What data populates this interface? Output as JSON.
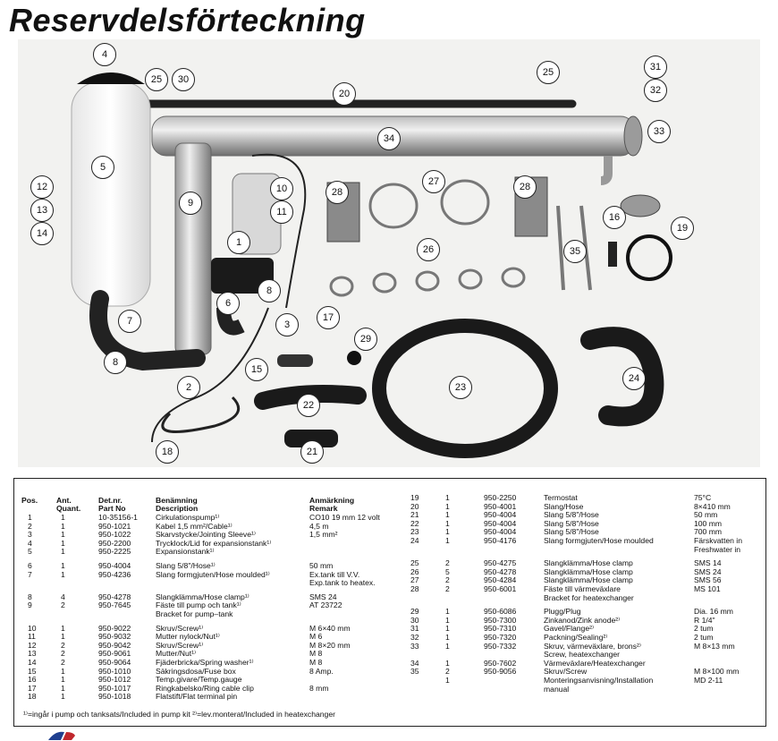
{
  "title": "Reservdelsförteckning",
  "callouts": [
    {
      "num": "4"
    },
    {
      "num": "25"
    },
    {
      "num": "30"
    },
    {
      "num": "20"
    },
    {
      "num": "25"
    },
    {
      "num": "31"
    },
    {
      "num": "32"
    },
    {
      "num": "33"
    },
    {
      "num": "34"
    },
    {
      "num": "5"
    },
    {
      "num": "12"
    },
    {
      "num": "13"
    },
    {
      "num": "14"
    },
    {
      "num": "9"
    },
    {
      "num": "10"
    },
    {
      "num": "11"
    },
    {
      "num": "28"
    },
    {
      "num": "27"
    },
    {
      "num": "28"
    },
    {
      "num": "16"
    },
    {
      "num": "19"
    },
    {
      "num": "1"
    },
    {
      "num": "26"
    },
    {
      "num": "35"
    },
    {
      "num": "8"
    },
    {
      "num": "6"
    },
    {
      "num": "7"
    },
    {
      "num": "3"
    },
    {
      "num": "17"
    },
    {
      "num": "29"
    },
    {
      "num": "8"
    },
    {
      "num": "15"
    },
    {
      "num": "23"
    },
    {
      "num": "24"
    },
    {
      "num": "2"
    },
    {
      "num": "22"
    },
    {
      "num": "18"
    },
    {
      "num": "21"
    }
  ],
  "table": {
    "headers": {
      "pos": "Pos.",
      "ant1": "Ant.",
      "ant2": "Quant.",
      "det1": "Det.nr.",
      "det2": "Part No",
      "ben1": "Benämning",
      "ben2": "Description",
      "anm1": "Anmärkning",
      "anm2": "Remark"
    },
    "left_rows": [
      {
        "pos": "1",
        "qty": "1",
        "part": "10-35156-1",
        "desc": "Cirkulationspump¹⁾",
        "remark": "CO10 19 mm 12 volt"
      },
      {
        "pos": "2",
        "qty": "1",
        "part": "950-1021",
        "desc": "Kabel 1,5 mm²/Cable¹⁾",
        "remark": "4,5 m"
      },
      {
        "pos": "3",
        "qty": "1",
        "part": "950-1022",
        "desc": "Skarvstycke/Jointing Sleeve¹⁾",
        "remark": "1,5 mm²"
      },
      {
        "pos": "4",
        "qty": "1",
        "part": "950-2200",
        "desc": "Trycklock/Lid for expansionstank¹⁾",
        "remark": ""
      },
      {
        "pos": "5",
        "qty": "1",
        "part": "950-2225",
        "desc": "Expansionstank¹⁾",
        "remark": ""
      },
      {
        "pos": "6",
        "qty": "1",
        "part": "950-4004",
        "desc": "Slang 5/8\"/Hose¹⁾",
        "remark": "50 mm"
      },
      {
        "pos": "7",
        "qty": "1",
        "part": "950-4236",
        "desc": "Slang formgjuten/Hose moulded¹⁾",
        "remark": "Ex.tank till V.V."
      },
      {
        "pos": "",
        "qty": "",
        "part": "",
        "desc": "",
        "remark": "Exp.tank to heatex."
      },
      {
        "pos": "8",
        "qty": "4",
        "part": "950-4278",
        "desc": "Slangklämma/Hose clamp¹⁾",
        "remark": "SMS 24"
      },
      {
        "pos": "9",
        "qty": "2",
        "part": "950-7645",
        "desc": "Fäste till pump och tank¹⁾",
        "remark": "AT 23722"
      },
      {
        "pos": "",
        "qty": "",
        "part": "",
        "desc": "Bracket for pump–tank",
        "remark": ""
      },
      {
        "pos": "10",
        "qty": "1",
        "part": "950-9022",
        "desc": "Skruv/Screw¹⁾",
        "remark": "M 6×40 mm"
      },
      {
        "pos": "11",
        "qty": "1",
        "part": "950-9032",
        "desc": "Mutter nylock/Nut¹⁾",
        "remark": "M 6"
      },
      {
        "pos": "12",
        "qty": "2",
        "part": "950-9042",
        "desc": "Skruv/Screw¹⁾",
        "remark": "M 8×20 mm"
      },
      {
        "pos": "13",
        "qty": "2",
        "part": "950-9061",
        "desc": "Mutter/Nut¹⁾",
        "remark": "M 8"
      },
      {
        "pos": "14",
        "qty": "2",
        "part": "950-9064",
        "desc": "Fjäderbricka/Spring washer¹⁾",
        "remark": "M 8"
      },
      {
        "pos": "15",
        "qty": "1",
        "part": "950-1010",
        "desc": "Säkringsdosa/Fuse box",
        "remark": "8 Amp."
      },
      {
        "pos": "16",
        "qty": "1",
        "part": "950-1012",
        "desc": "Temp.givare/Temp.gauge",
        "remark": ""
      },
      {
        "pos": "17",
        "qty": "1",
        "part": "950-1017",
        "desc": "Ringkabelsko/Ring cable clip",
        "remark": "8 mm"
      },
      {
        "pos": "18",
        "qty": "1",
        "part": "950-1018",
        "desc": "Flatstift/Flat terminal pin",
        "remark": ""
      }
    ],
    "right_rows": [
      {
        "pos": "19",
        "qty": "1",
        "part": "950-2250",
        "desc": "Termostat",
        "remark": "75°C"
      },
      {
        "pos": "20",
        "qty": "1",
        "part": "950-4001",
        "desc": "Slang/Hose",
        "remark": "8×410 mm"
      },
      {
        "pos": "21",
        "qty": "1",
        "part": "950-4004",
        "desc": "Slang 5/8\"/Hose",
        "remark": "50 mm"
      },
      {
        "pos": "22",
        "qty": "1",
        "part": "950-4004",
        "desc": "Slang 5/8\"/Hose",
        "remark": "100 mm"
      },
      {
        "pos": "23",
        "qty": "1",
        "part": "950-4004",
        "desc": "Slang 5/8\"/Hose",
        "remark": "700 mm"
      },
      {
        "pos": "24",
        "qty": "1",
        "part": "950-4176",
        "desc": "Slang formgjuten/Hose moulded",
        "remark": "Färskvatten in"
      },
      {
        "pos": "",
        "qty": "",
        "part": "",
        "desc": "",
        "remark": "Freshwater in"
      },
      {
        "pos": "25",
        "qty": "2",
        "part": "950-4275",
        "desc": "Slangklämma/Hose clamp",
        "remark": "SMS 14"
      },
      {
        "pos": "26",
        "qty": "5",
        "part": "950-4278",
        "desc": "Slangklämma/Hose clamp",
        "remark": "SMS 24"
      },
      {
        "pos": "27",
        "qty": "2",
        "part": "950-4284",
        "desc": "Slangklämma/Hose clamp",
        "remark": "SMS 56"
      },
      {
        "pos": "28",
        "qty": "2",
        "part": "950-6001",
        "desc": "Fäste till värmeväxlare",
        "remark": "MS 101"
      },
      {
        "pos": "",
        "qty": "",
        "part": "",
        "desc": "Bracket for heatexchanger",
        "remark": ""
      },
      {
        "pos": "29",
        "qty": "1",
        "part": "950-6086",
        "desc": "Plugg/Plug",
        "remark": "Dia. 16 mm"
      },
      {
        "pos": "30",
        "qty": "1",
        "part": "950-7300",
        "desc": "Zinkanod/Zink anode²⁾",
        "remark": "R 1/4\""
      },
      {
        "pos": "31",
        "qty": "1",
        "part": "950-7310",
        "desc": "Gavel/Flange²⁾",
        "remark": "2 tum"
      },
      {
        "pos": "32",
        "qty": "1",
        "part": "950-7320",
        "desc": "Packning/Sealing²⁾",
        "remark": "2 tum"
      },
      {
        "pos": "33",
        "qty": "1",
        "part": "950-7332",
        "desc": "Skruv, värmeväxlare, brons²⁾",
        "remark": "M 8×13 mm"
      },
      {
        "pos": "",
        "qty": "",
        "part": "",
        "desc": "Screw, heatexchanger",
        "remark": ""
      },
      {
        "pos": "34",
        "qty": "1",
        "part": "950-7602",
        "desc": "Värmeväxlare/Heatexchanger",
        "remark": ""
      },
      {
        "pos": "35",
        "qty": "2",
        "part": "950-9056",
        "desc": "Skruv/Screw",
        "remark": "M 8×100 mm"
      },
      {
        "pos": "",
        "qty": "1",
        "part": "",
        "desc": "Monteringsanvisning/Installation",
        "remark": "MD 2-11"
      },
      {
        "pos": "",
        "qty": "",
        "part": "",
        "desc": "manual",
        "remark": ""
      }
    ],
    "footnote": "¹⁾=ingår i pump och tanksats/Included in pump kit     ²⁾=lev.monterat/Included in heatexchanger"
  }
}
